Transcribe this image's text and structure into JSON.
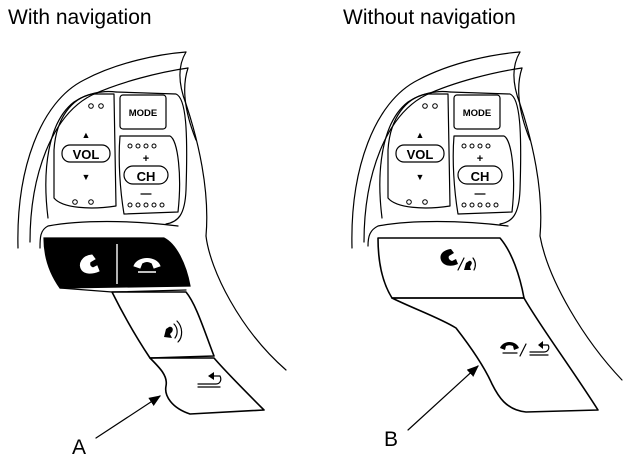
{
  "headings": {
    "with_navigation": "With navigation",
    "without_navigation": "Without navigation"
  },
  "left_panel": {
    "mode_label": "MODE",
    "vol_label": "VOL",
    "ch_label": "CH",
    "plus_sign": "+",
    "up_arrow": "▲",
    "down_arrow": "▼",
    "callout_label": "A"
  },
  "right_panel": {
    "mode_label": "MODE",
    "vol_label": "VOL",
    "ch_label": "CH",
    "plus_sign": "+",
    "up_arrow": "▲",
    "down_arrow": "▼",
    "callout_label": "B"
  },
  "icons": [
    "pick-up-icon",
    "hang-up-icon",
    "talk-icon",
    "back-icon",
    "pick-up-talk-icon",
    "hang-up-back-icon"
  ]
}
